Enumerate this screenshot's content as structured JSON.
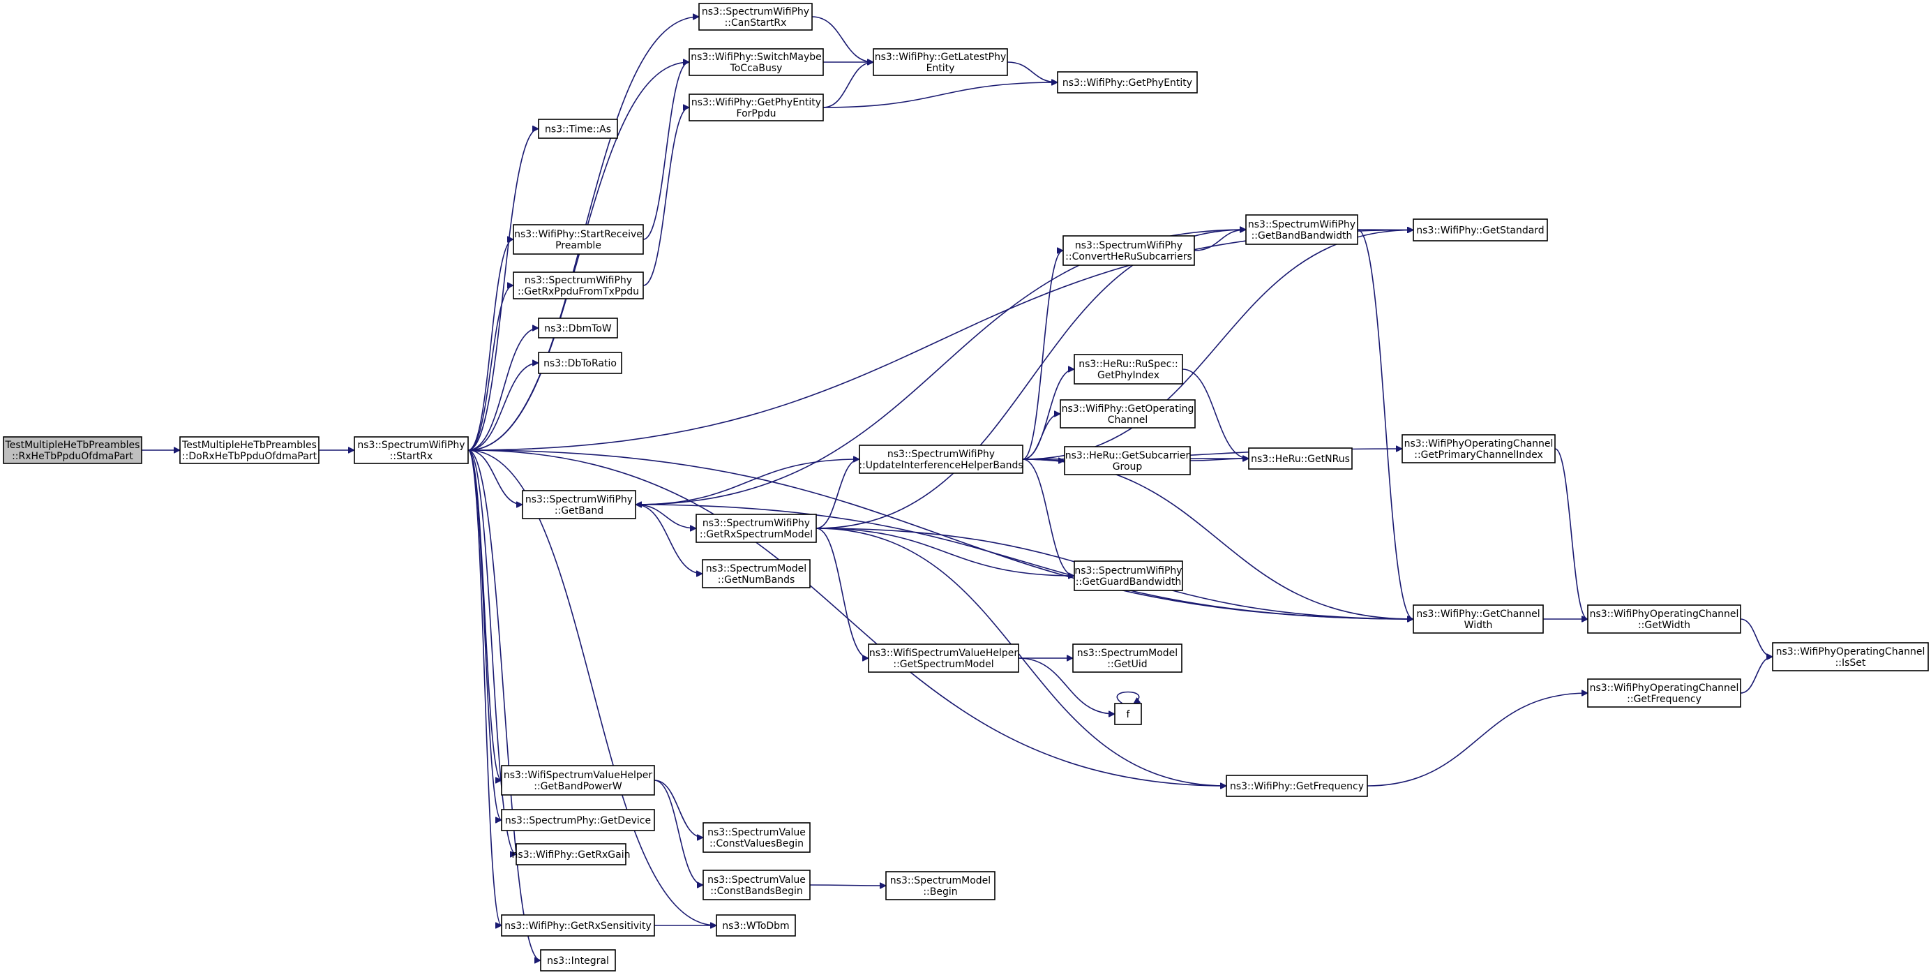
{
  "nodes": [
    {
      "id": "root",
      "lines": [
        "TestMultipleHeTbPreambles",
        "::RxHeTbPpduOfdmaPart"
      ],
      "root": true
    },
    {
      "id": "doRx",
      "lines": [
        "TestMultipleHeTbPreambles",
        "::DoRxHeTbPpduOfdmaPart"
      ]
    },
    {
      "id": "startRx",
      "lines": [
        "ns3::SpectrumWifiPhy",
        "::StartRx"
      ]
    },
    {
      "id": "canStartRx",
      "lines": [
        "ns3::SpectrumWifiPhy",
        "::CanStartRx"
      ]
    },
    {
      "id": "switchMaybe",
      "lines": [
        "ns3::WifiPhy::SwitchMaybe",
        "ToCcaBusy"
      ]
    },
    {
      "id": "getPhyEntityForPpdu",
      "lines": [
        "ns3::WifiPhy::GetPhyEntity",
        "ForPpdu"
      ]
    },
    {
      "id": "getLatestPhyEntity",
      "lines": [
        "ns3::WifiPhy::GetLatestPhy",
        "Entity"
      ]
    },
    {
      "id": "getPhyEntity",
      "lines": [
        "ns3::WifiPhy::GetPhyEntity"
      ]
    },
    {
      "id": "timeAs",
      "lines": [
        "ns3::Time::As"
      ]
    },
    {
      "id": "startReceivePreamble",
      "lines": [
        "ns3::WifiPhy::StartReceive",
        "Preamble"
      ]
    },
    {
      "id": "getRxPpduFromTxPpdu",
      "lines": [
        "ns3::SpectrumWifiPhy",
        "::GetRxPpduFromTxPpdu"
      ]
    },
    {
      "id": "dbmToW",
      "lines": [
        "ns3::DbmToW"
      ]
    },
    {
      "id": "dbToRatio",
      "lines": [
        "ns3::DbToRatio"
      ]
    },
    {
      "id": "getBandBandwidth",
      "lines": [
        "ns3::SpectrumWifiPhy",
        "::GetBandBandwidth"
      ]
    },
    {
      "id": "getStandard",
      "lines": [
        "ns3::WifiPhy::GetStandard"
      ]
    },
    {
      "id": "convertHeRu",
      "lines": [
        "ns3::SpectrumWifiPhy",
        "::ConvertHeRuSubcarriers"
      ]
    },
    {
      "id": "getPhyIndex",
      "lines": [
        "ns3::HeRu::RuSpec::",
        "GetPhyIndex"
      ]
    },
    {
      "id": "getOperatingChannel",
      "lines": [
        "ns3::WifiPhy::GetOperating",
        "Channel"
      ]
    },
    {
      "id": "getSubcarrierGroup",
      "lines": [
        "ns3::HeRu::GetSubcarrier",
        "Group"
      ]
    },
    {
      "id": "getNRus",
      "lines": [
        "ns3::HeRu::GetNRus"
      ]
    },
    {
      "id": "getPrimaryChannelIndex",
      "lines": [
        "ns3::WifiPhyOperatingChannel",
        "::GetPrimaryChannelIndex"
      ]
    },
    {
      "id": "updateInterference",
      "lines": [
        "ns3::SpectrumWifiPhy",
        "::UpdateInterferenceHelperBands"
      ]
    },
    {
      "id": "getBand",
      "lines": [
        "ns3::SpectrumWifiPhy",
        "::GetBand"
      ]
    },
    {
      "id": "getRxSpectrumModel",
      "lines": [
        "ns3::SpectrumWifiPhy",
        "::GetRxSpectrumModel"
      ]
    },
    {
      "id": "getNumBands",
      "lines": [
        "ns3::SpectrumModel",
        "::GetNumBands"
      ]
    },
    {
      "id": "getGuardBandwidth",
      "lines": [
        "ns3::SpectrumWifiPhy",
        "::GetGuardBandwidth"
      ]
    },
    {
      "id": "getChannelWidth",
      "lines": [
        "ns3::WifiPhy::GetChannel",
        "Width"
      ]
    },
    {
      "id": "opChanGetWidth",
      "lines": [
        "ns3::WifiPhyOperatingChannel",
        "::GetWidth"
      ]
    },
    {
      "id": "isSet",
      "lines": [
        "ns3::WifiPhyOperatingChannel",
        "::IsSet"
      ]
    },
    {
      "id": "getSpectrumModel",
      "lines": [
        "ns3::WifiSpectrumValueHelper",
        "::GetSpectrumModel"
      ]
    },
    {
      "id": "getUid",
      "lines": [
        "ns3::SpectrumModel",
        "::GetUid"
      ]
    },
    {
      "id": "f",
      "lines": [
        "f"
      ]
    },
    {
      "id": "opChanGetFrequency",
      "lines": [
        "ns3::WifiPhyOperatingChannel",
        "::GetFrequency"
      ]
    },
    {
      "id": "getFrequency",
      "lines": [
        "ns3::WifiPhy::GetFrequency"
      ]
    },
    {
      "id": "getBandPowerW",
      "lines": [
        "ns3::WifiSpectrumValueHelper",
        "::GetBandPowerW"
      ]
    },
    {
      "id": "getDevice",
      "lines": [
        "ns3::SpectrumPhy::GetDevice"
      ]
    },
    {
      "id": "constValuesBegin",
      "lines": [
        "ns3::SpectrumValue",
        "::ConstValuesBegin"
      ]
    },
    {
      "id": "getRxGain",
      "lines": [
        "ns3::WifiPhy::GetRxGain"
      ]
    },
    {
      "id": "constBandsBegin",
      "lines": [
        "ns3::SpectrumValue",
        "::ConstBandsBegin"
      ]
    },
    {
      "id": "smBegin",
      "lines": [
        "ns3::SpectrumModel",
        "::Begin"
      ]
    },
    {
      "id": "getRxSensitivity",
      "lines": [
        "ns3::WifiPhy::GetRxSensitivity"
      ]
    },
    {
      "id": "wToDbm",
      "lines": [
        "ns3::WToDbm"
      ]
    },
    {
      "id": "integral",
      "lines": [
        "ns3::Integral"
      ]
    }
  ],
  "edges": [
    [
      "root",
      "doRx"
    ],
    [
      "doRx",
      "startRx"
    ],
    [
      "startRx",
      "canStartRx"
    ],
    [
      "startRx",
      "switchMaybe"
    ],
    [
      "startRx",
      "timeAs"
    ],
    [
      "startRx",
      "startReceivePreamble"
    ],
    [
      "startRx",
      "getRxPpduFromTxPpdu"
    ],
    [
      "startRx",
      "dbmToW"
    ],
    [
      "startRx",
      "dbToRatio"
    ],
    [
      "startRx",
      "getStandard"
    ],
    [
      "startRx",
      "getBand"
    ],
    [
      "startRx",
      "getFrequency"
    ],
    [
      "startRx",
      "getChannelWidth"
    ],
    [
      "startRx",
      "getBandPowerW"
    ],
    [
      "startRx",
      "getDevice"
    ],
    [
      "startRx",
      "getRxGain"
    ],
    [
      "startRx",
      "getRxSensitivity"
    ],
    [
      "startRx",
      "wToDbm"
    ],
    [
      "startRx",
      "integral"
    ],
    [
      "canStartRx",
      "getLatestPhyEntity"
    ],
    [
      "switchMaybe",
      "getLatestPhyEntity"
    ],
    [
      "getPhyEntityForPpdu",
      "getLatestPhyEntity"
    ],
    [
      "getPhyEntityForPpdu",
      "getPhyEntity"
    ],
    [
      "getLatestPhyEntity",
      "getPhyEntity"
    ],
    [
      "startReceivePreamble",
      "switchMaybe"
    ],
    [
      "getRxPpduFromTxPpdu",
      "getPhyEntityForPpdu"
    ],
    [
      "getBandBandwidth",
      "getStandard"
    ],
    [
      "getBandBandwidth",
      "getChannelWidth"
    ],
    [
      "convertHeRu",
      "getBandBandwidth"
    ],
    [
      "getPhyIndex",
      "getNRus"
    ],
    [
      "getSubcarrierGroup",
      "getNRus"
    ],
    [
      "getPrimaryChannelIndex",
      "opChanGetWidth"
    ],
    [
      "updateInterference",
      "convertHeRu"
    ],
    [
      "updateInterference",
      "getStandard"
    ],
    [
      "updateInterference",
      "getPrimaryChannelIndex"
    ],
    [
      "updateInterference",
      "getPhyIndex"
    ],
    [
      "updateInterference",
      "getOperatingChannel"
    ],
    [
      "updateInterference",
      "getSubcarrierGroup"
    ],
    [
      "updateInterference",
      "getNRus"
    ],
    [
      "updateInterference",
      "getBand"
    ],
    [
      "updateInterference",
      "getGuardBandwidth"
    ],
    [
      "updateInterference",
      "getChannelWidth"
    ],
    [
      "getBand",
      "getBandBandwidth"
    ],
    [
      "getBand",
      "getRxSpectrumModel"
    ],
    [
      "getBand",
      "getNumBands"
    ],
    [
      "getBand",
      "getChannelWidth"
    ],
    [
      "getRxSpectrumModel",
      "getBandBandwidth"
    ],
    [
      "getRxSpectrumModel",
      "updateInterference"
    ],
    [
      "getRxSpectrumModel",
      "getGuardBandwidth"
    ],
    [
      "getRxSpectrumModel",
      "getChannelWidth"
    ],
    [
      "getRxSpectrumModel",
      "getSpectrumModel"
    ],
    [
      "getRxSpectrumModel",
      "getFrequency"
    ],
    [
      "getChannelWidth",
      "opChanGetWidth"
    ],
    [
      "opChanGetWidth",
      "isSet"
    ],
    [
      "getSpectrumModel",
      "getUid"
    ],
    [
      "getSpectrumModel",
      "f"
    ],
    [
      "f",
      "f"
    ],
    [
      "opChanGetFrequency",
      "isSet"
    ],
    [
      "getFrequency",
      "opChanGetFrequency"
    ],
    [
      "getBandPowerW",
      "constValuesBegin"
    ],
    [
      "getBandPowerW",
      "constBandsBegin"
    ],
    [
      "constBandsBegin",
      "smBegin"
    ],
    [
      "getRxSensitivity",
      "wToDbm"
    ]
  ]
}
